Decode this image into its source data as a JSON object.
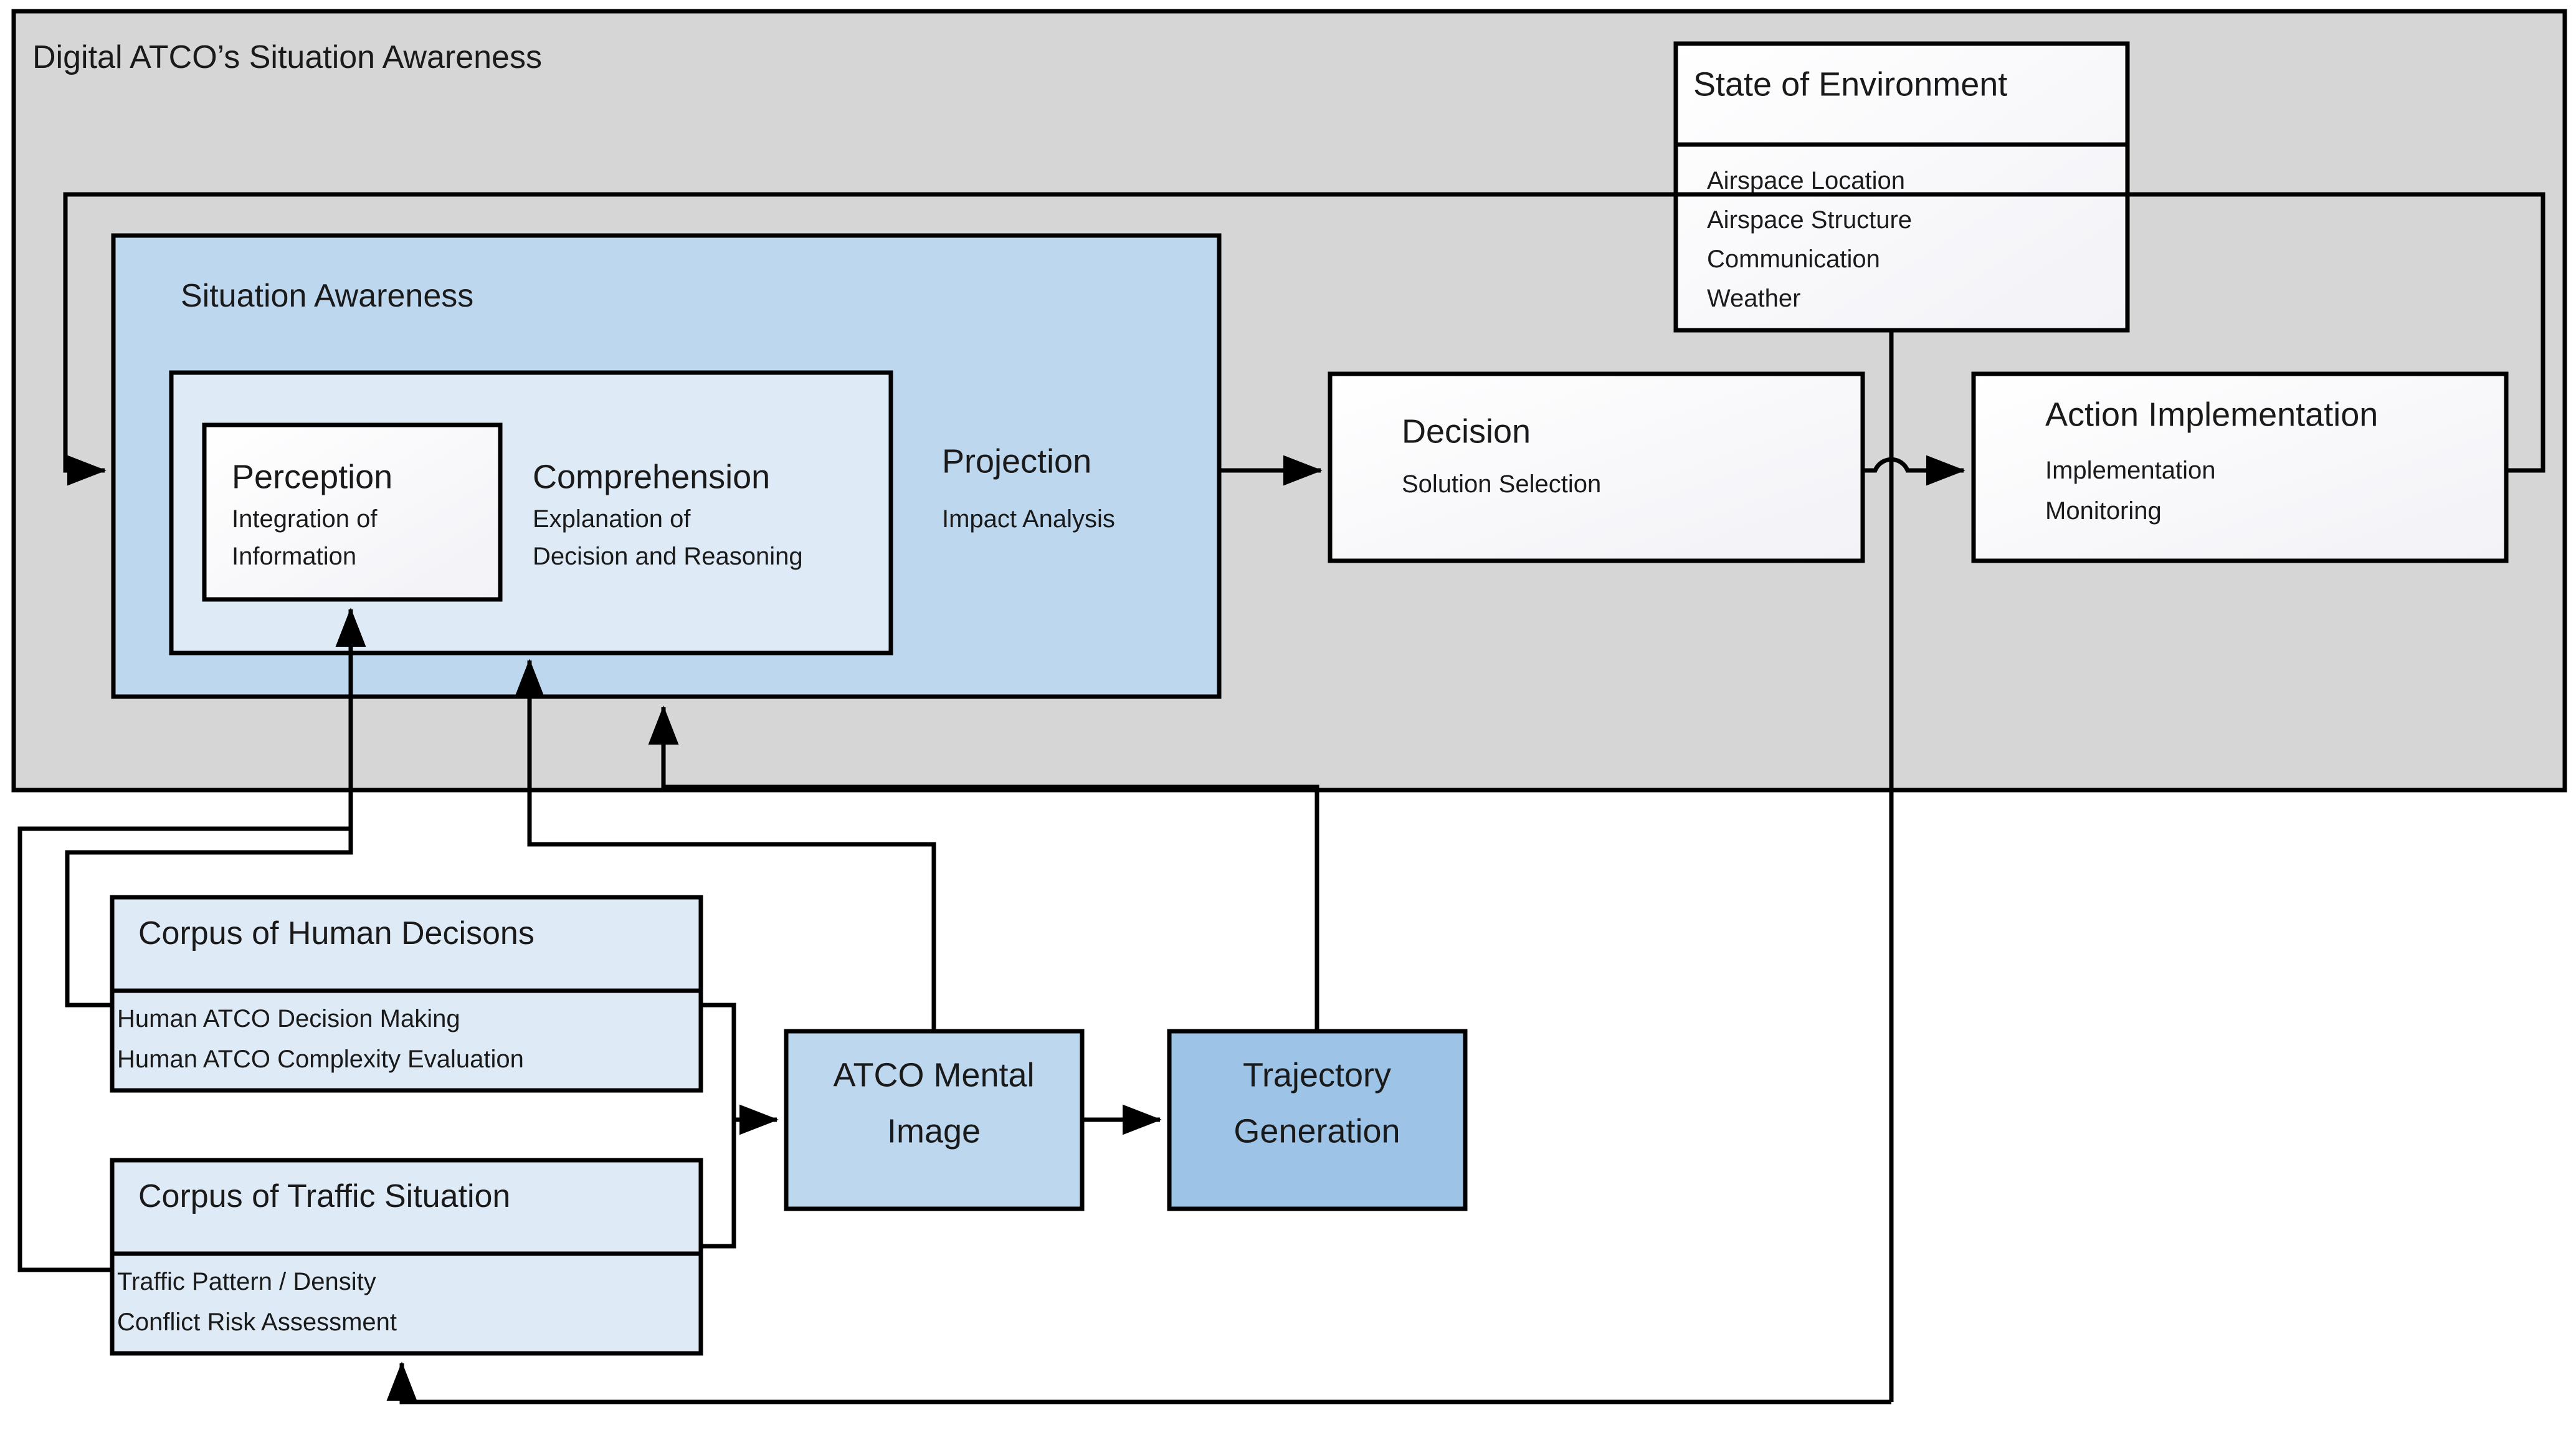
{
  "diagram": {
    "title": "Digital ATCO’s Situation Awareness",
    "type": "block-flow-diagram",
    "colors": {
      "outer_container_fill": "#D6D6D6",
      "situation_awareness_fill": "#BDD7EE",
      "inner_pcp_fill": "#DEEAF6",
      "white_box_fill": "#FAFAFC",
      "corpus_header_fill": "#DEEAF6",
      "corpus_body_fill": "#DEEAF6",
      "atco_mental_image_fill": "#BDD7EE",
      "trajectory_generation_fill": "#9DC3E6",
      "stroke": "#000000"
    }
  },
  "outer_container": {
    "label": "Digital ATCO’s Situation Awareness"
  },
  "situation_awareness": {
    "title": "Situation Awareness",
    "perception": {
      "title": "Perception",
      "sub_line1": "Integration of",
      "sub_line2": "Information"
    },
    "comprehension": {
      "title": "Comprehension",
      "sub_line1": "Explanation of",
      "sub_line2": "Decision and Reasoning"
    },
    "projection": {
      "title": "Projection",
      "sub_line1": "Impact Analysis"
    }
  },
  "state_of_environment": {
    "title": "State of Environment",
    "items": [
      "Airspace Location",
      "Airspace Structure",
      "Communication",
      "Weather"
    ]
  },
  "decision": {
    "title": "Decision",
    "sub_line1": "Solution Selection"
  },
  "action_implementation": {
    "title": "Action Implementation",
    "sub_line1": "Implementation",
    "sub_line2": "Monitoring"
  },
  "corpus_human_decisions": {
    "title": "Corpus of Human Decisons",
    "items": [
      "Human ATCO Decision Making",
      "Human ATCO Complexity Evaluation"
    ]
  },
  "corpus_traffic_situation": {
    "title": "Corpus of Traffic Situation",
    "items": [
      "Traffic Pattern / Density",
      "Conflict Risk Assessment"
    ]
  },
  "atco_mental_image": {
    "line1": "ATCO Mental",
    "line2": "Image"
  },
  "trajectory_generation": {
    "line1": "Trajectory",
    "line2": "Generation"
  },
  "connections": [
    {
      "from": "projection",
      "to": "decision"
    },
    {
      "from": "decision",
      "to": "action-implementation"
    },
    {
      "from": "action-implementation",
      "to": "situation-awareness-left"
    },
    {
      "from": "state-of-environment",
      "to": "corpus-traffic-situation"
    },
    {
      "from": "corpus-human-decisions",
      "to": "perception"
    },
    {
      "from": "corpus-traffic-situation",
      "to": "perception"
    },
    {
      "from": "corpus-human-decisions",
      "to": "comprehension"
    },
    {
      "from": "corpus-human-decisions",
      "to": "atco-mental-image"
    },
    {
      "from": "corpus-traffic-situation",
      "to": "atco-mental-image"
    },
    {
      "from": "atco-mental-image",
      "to": "trajectory-generation"
    },
    {
      "from": "atco-mental-image",
      "to": "comprehension"
    },
    {
      "from": "trajectory-generation",
      "to": "situation-awareness"
    }
  ]
}
